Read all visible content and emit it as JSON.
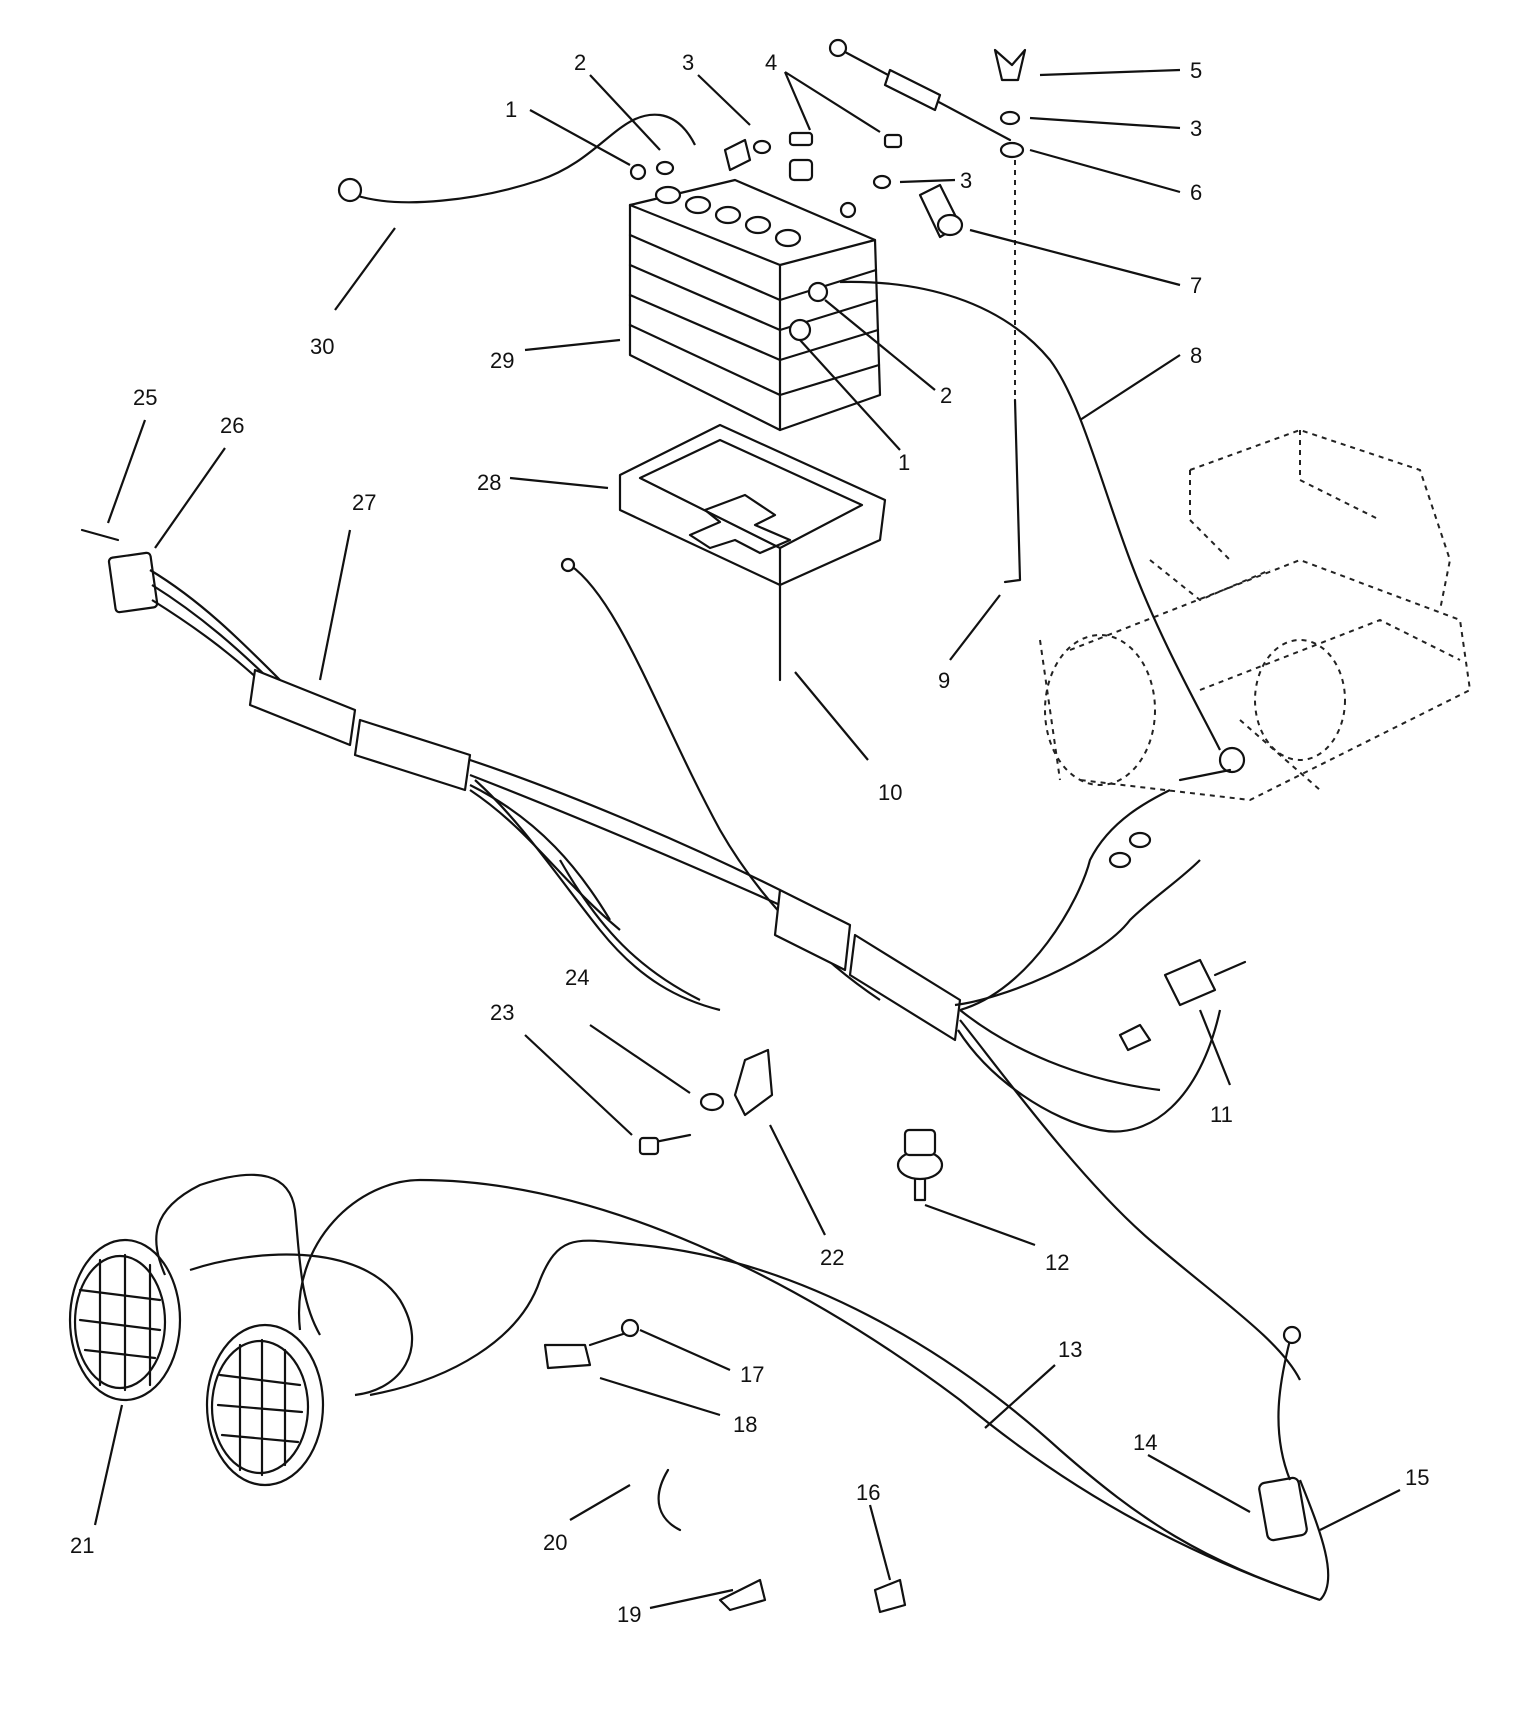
{
  "diagram": {
    "callouts": [
      {
        "id": "c1a",
        "text": "1"
      },
      {
        "id": "c2a",
        "text": "2"
      },
      {
        "id": "c3a",
        "text": "3"
      },
      {
        "id": "c4",
        "text": "4"
      },
      {
        "id": "c5",
        "text": "5"
      },
      {
        "id": "c3b",
        "text": "3"
      },
      {
        "id": "c6",
        "text": "6"
      },
      {
        "id": "c3c",
        "text": "3"
      },
      {
        "id": "c7",
        "text": "7"
      },
      {
        "id": "c8",
        "text": "8"
      },
      {
        "id": "c2b",
        "text": "2"
      },
      {
        "id": "c1b",
        "text": "1"
      },
      {
        "id": "c30",
        "text": "30"
      },
      {
        "id": "c29",
        "text": "29"
      },
      {
        "id": "c25",
        "text": "25"
      },
      {
        "id": "c26",
        "text": "26"
      },
      {
        "id": "c27",
        "text": "27"
      },
      {
        "id": "c28",
        "text": "28"
      },
      {
        "id": "c9",
        "text": "9"
      },
      {
        "id": "c10",
        "text": "10"
      },
      {
        "id": "c11",
        "text": "11"
      },
      {
        "id": "c24",
        "text": "24"
      },
      {
        "id": "c23",
        "text": "23"
      },
      {
        "id": "c22",
        "text": "22"
      },
      {
        "id": "c12",
        "text": "12"
      },
      {
        "id": "c13",
        "text": "13"
      },
      {
        "id": "c17",
        "text": "17"
      },
      {
        "id": "c18",
        "text": "18"
      },
      {
        "id": "c14",
        "text": "14"
      },
      {
        "id": "c15",
        "text": "15"
      },
      {
        "id": "c16",
        "text": "16"
      },
      {
        "id": "c20",
        "text": "20"
      },
      {
        "id": "c21",
        "text": "21"
      },
      {
        "id": "c19",
        "text": "19"
      }
    ]
  }
}
